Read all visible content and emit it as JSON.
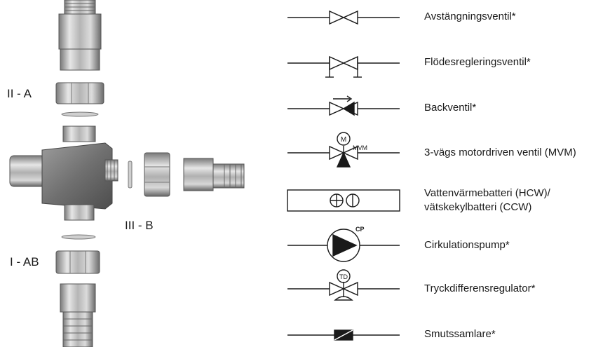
{
  "assembly": {
    "labels": [
      {
        "id": "ii-a",
        "text": "II - A"
      },
      {
        "id": "iii-b",
        "text": "III - B"
      },
      {
        "id": "i-ab",
        "text": "I - AB"
      }
    ]
  },
  "legend": {
    "items": [
      {
        "symbol": "shutoff-valve",
        "lines": [
          "Avstängningsventil*"
        ]
      },
      {
        "symbol": "flow-control-valve",
        "lines": [
          "Flödesregleringsventil*"
        ]
      },
      {
        "symbol": "check-valve",
        "lines": [
          "Backventil*"
        ]
      },
      {
        "symbol": "three-way-motor-valve",
        "tag": "M",
        "tag2": "MVM",
        "lines": [
          "3-vägs motordriven ventil (MVM)"
        ]
      },
      {
        "symbol": "heating-cooling-coil",
        "lines": [
          "Vattenvärmebatteri (HCW)/",
          "vätskekylbatteri (CCW)"
        ]
      },
      {
        "symbol": "circulation-pump",
        "tag": "CP",
        "lines": [
          "Cirkulationspump*"
        ]
      },
      {
        "symbol": "differential-pressure-regulator",
        "tag": "TD",
        "lines": [
          "Tryckdifferensregulator*"
        ]
      },
      {
        "symbol": "strainer",
        "lines": [
          "Smutssamlare*"
        ]
      }
    ]
  },
  "colors": {
    "line": "#1a1a1a",
    "metal_light": "#d9d9d9",
    "metal_mid": "#a8a8a8",
    "metal_dark": "#6e6e6e"
  }
}
